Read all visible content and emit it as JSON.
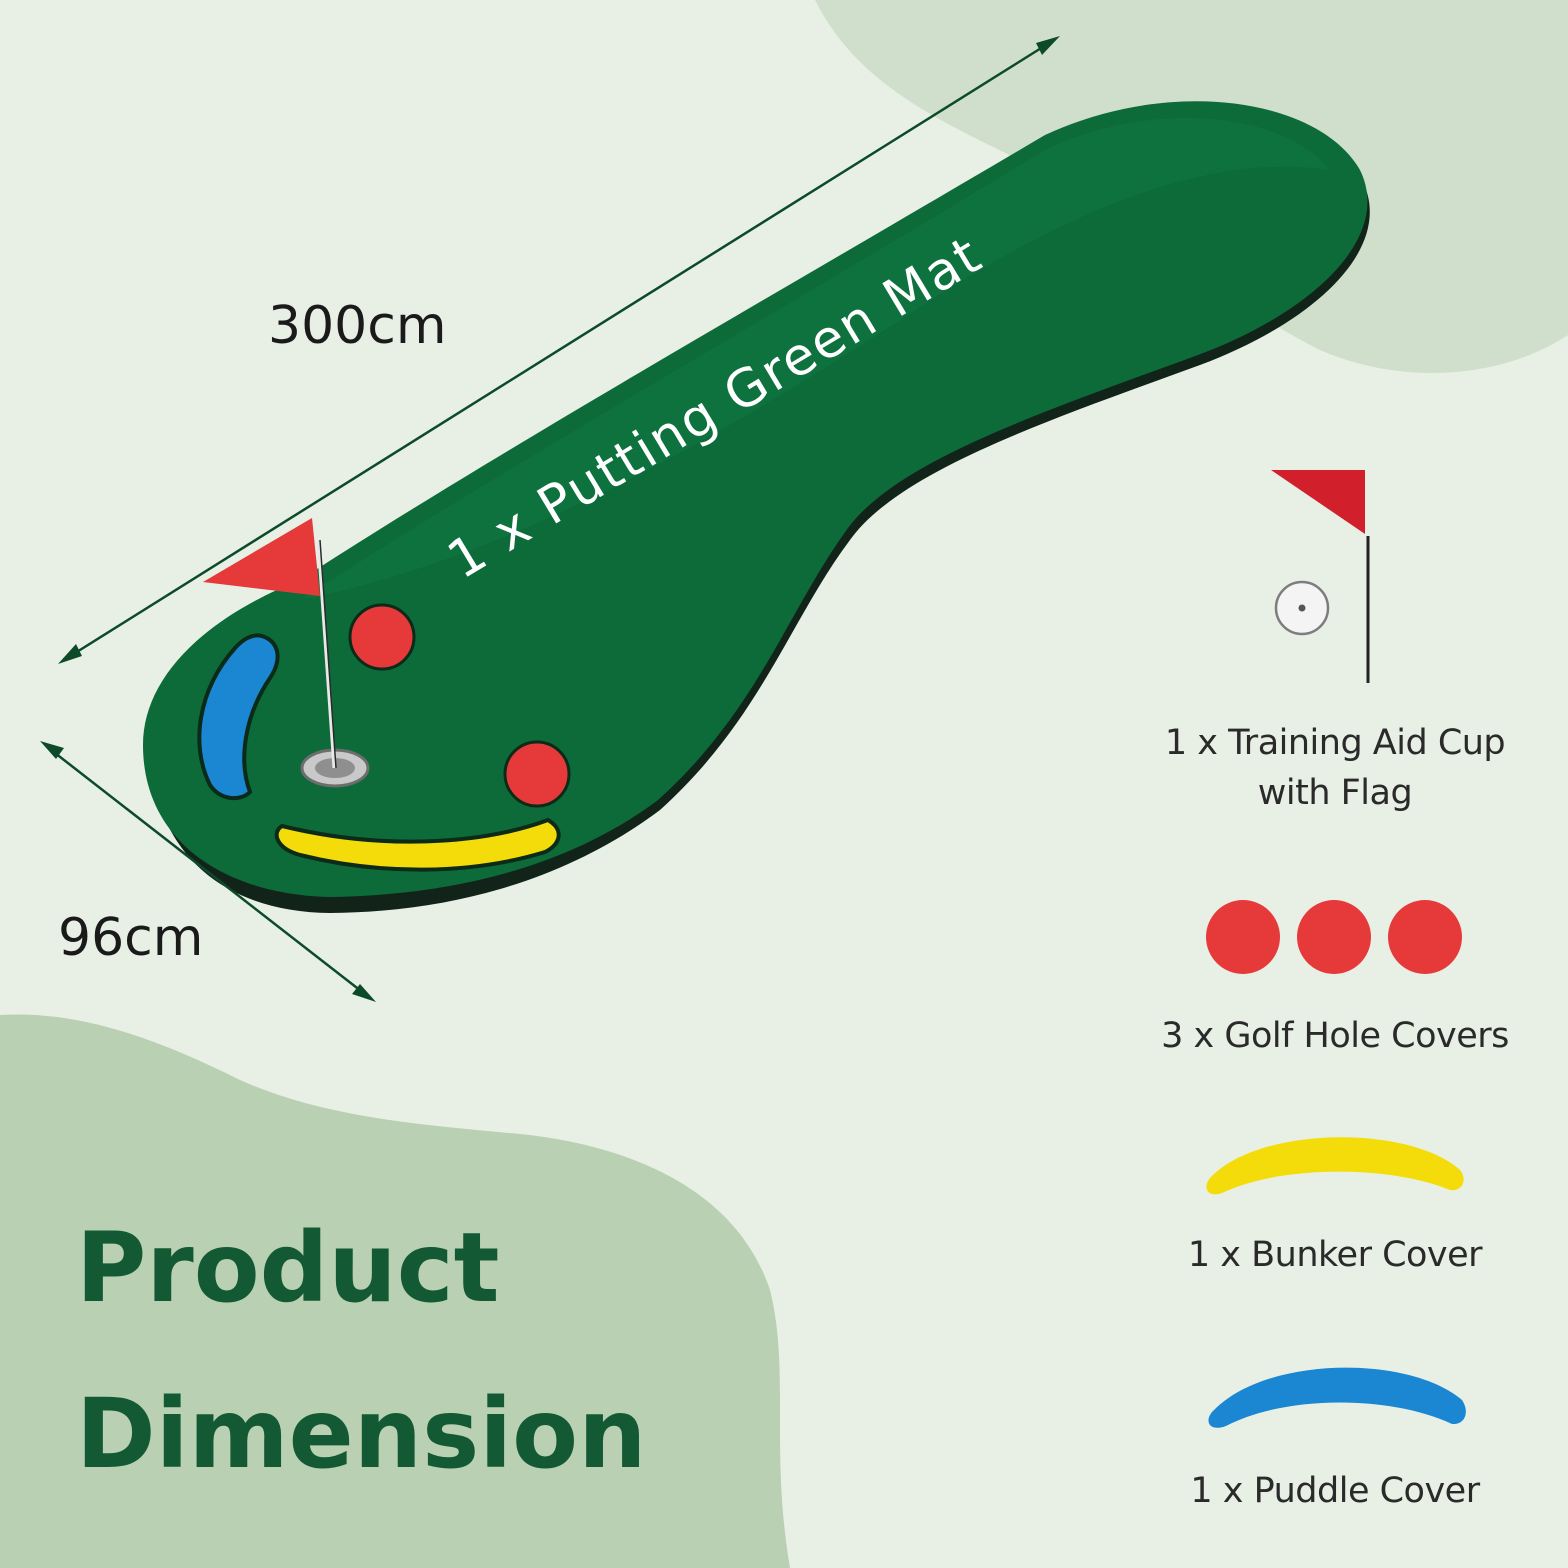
{
  "dimensions": {
    "length": "300cm",
    "width": "96cm"
  },
  "mat": {
    "label": "1 x Putting Green Mat"
  },
  "items": [
    {
      "line1": "1 x Training Aid Cup",
      "line2": "with Flag"
    },
    {
      "line1": "3 x Golf Hole Covers"
    },
    {
      "line1": "1 x Bunker Cover"
    },
    {
      "line1": "1 x Puddle Cover"
    }
  ],
  "headline": {
    "line1": "Product",
    "line2": "Dimension"
  },
  "colors": {
    "background": "#e8f0e6",
    "blob": "#b9d0b2",
    "blob_top": "#cfdfcb",
    "mat_green": "#0d6b3a",
    "headline": "#135a34",
    "red": "#e63a3a",
    "flag_red": "#d11f2c",
    "yellow": "#f3dc0a",
    "blue": "#1b86d2"
  }
}
